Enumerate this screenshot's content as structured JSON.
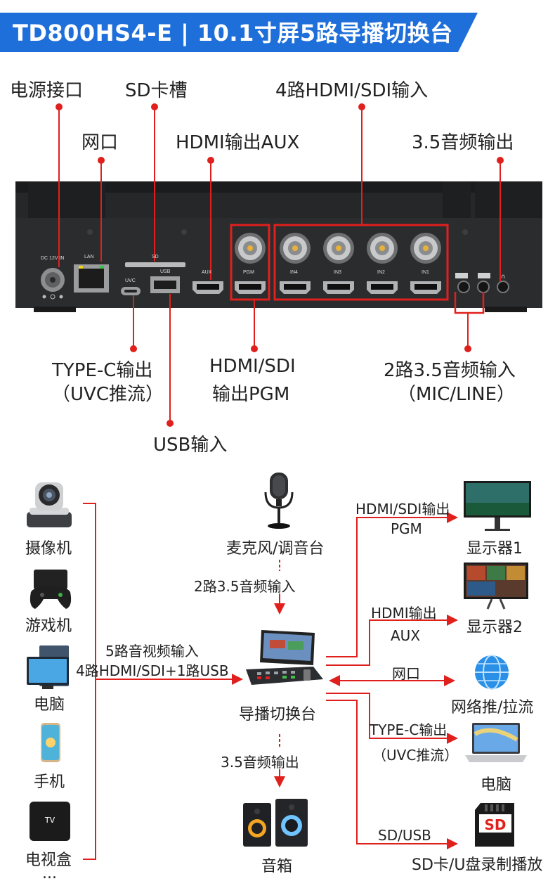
{
  "banner": {
    "title": "TD800HS4-E | 10.1寸屏5路导播切换台",
    "color": "#1e6fd9"
  },
  "callouts": {
    "power": "电源接口",
    "sd_slot": "SD卡槽",
    "hdmi_sdi_in": "4路HDMI/SDI输入",
    "lan": "网口",
    "hdmi_aux": "HDMI输出AUX",
    "audio_out_35": "3.5音频输出",
    "typec_line1": "TYPE-C输出",
    "typec_line2": "（UVC推流）",
    "pgm_line1": "HDMI/SDI",
    "pgm_line2": "输出PGM",
    "audio_in_line1": "2路3.5音频输入",
    "audio_in_line2": "（MIC/LINE）",
    "usb_in": "USB输入"
  },
  "panel_labels": {
    "dc": "DC 12V IN",
    "lan": "LAN",
    "sd": "SD",
    "uvc": "UVC",
    "usb": "USB",
    "aux": "AUX",
    "pgm": "PGM",
    "in4": "IN4",
    "in3": "IN3",
    "in2": "IN2",
    "in1": "IN1"
  },
  "inputs": {
    "camera": "摄像机",
    "game": "游戏机",
    "pc": "电脑",
    "phone": "手机",
    "tvbox": "电视盒",
    "more": "..."
  },
  "video_in_line1": "5路音视频输入",
  "video_in_line2": "4路HDMI/SDI+1路USB",
  "mic": "麦克风/调音台",
  "mic_audio_in": "2路3.5音频输入",
  "switcher": "导播切换台",
  "audio_out": "3.5音频输出",
  "speaker": "音箱",
  "outputs": {
    "pgm_line1": "HDMI/SDI输出",
    "pgm_line2": "PGM",
    "display1": "显示器1",
    "aux_line1": "HDMI输出",
    "aux_line2": "AUX",
    "display2": "显示器2",
    "lan": "网口",
    "network": "网络推/拉流",
    "typec_line1": "TYPE-C输出",
    "typec_line2": "（UVC推流）",
    "laptop": "电脑",
    "sdusb": "SD/USB",
    "record": "SD卡/U盘录制播放",
    "sd_card_text": "SD"
  },
  "tvbox_text": "TV",
  "colors": {
    "accent_red": "#e0201c",
    "device_body": "#2b2c2e"
  }
}
